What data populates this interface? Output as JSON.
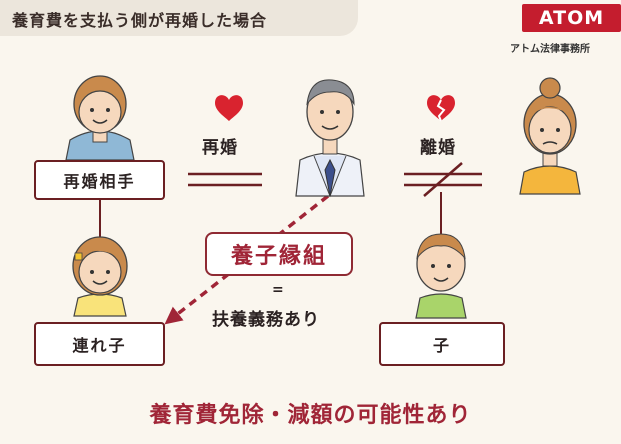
{
  "header": {
    "title": "養育費を支払う側が再婚した場合",
    "logo_text": "ATOM",
    "firm_name": "アトム法律事務所"
  },
  "diagram": {
    "new_spouse_label": "再婚相手",
    "stepchild_label": "連れ子",
    "child_label": "子",
    "remarriage_label": "再婚",
    "divorce_label": "離婚",
    "adoption_label": "養子縁組",
    "equals_mark": "=",
    "duty_label": "扶養義務あり"
  },
  "footer": {
    "conclusion": "養育費免除・減額の可能性あり"
  },
  "colors": {
    "accent": "#a02537",
    "line": "#6b1f22",
    "heart": "#d9232f",
    "background": "#faf6ee",
    "logo": "#c41d2e"
  }
}
